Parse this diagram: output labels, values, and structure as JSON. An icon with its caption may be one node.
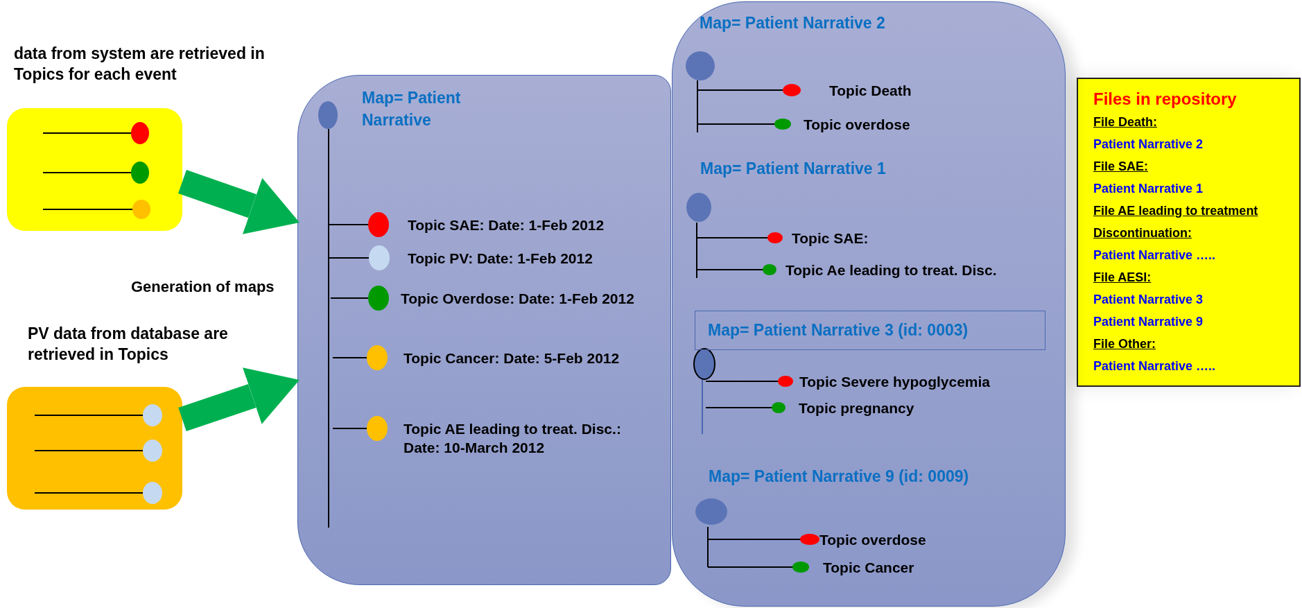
{
  "diagram": {
    "nodes": [
      {
        "text": [
          "data from system are retrieved in Topics for each event"
        ]
      },
      {
        "text": [
          "PV data from database are retrieved in Topics"
        ]
      },
      {
        "text": [
          "Map= Patient Narrative"
        ]
      },
      {
        "text": [
          "Topic SAE: Date: 1-Feb 2012"
        ],
        "in": 2
      },
      {
        "text": [
          "Topic PV: Date: 1-Feb 2012"
        ],
        "in": 2
      },
      {
        "text": [
          "Topic Overdose: Date: 1-Feb 2012"
        ],
        "in": 2
      },
      {
        "text": [
          "Topic Cancer: Date: 5-Feb 2012"
        ],
        "in": 2
      },
      {
        "text": [
          "Topic AE leading to treat. Disc.: Date: 10-March 2012"
        ],
        "in": 2
      },
      {
        "text": [
          "Map= Patient Narrative 2"
        ]
      },
      {
        "text": [
          "Topic Death"
        ],
        "in": 8
      },
      {
        "text": [
          "Topic overdose"
        ],
        "in": 8
      },
      {
        "text": [
          "Topic SAE:"
        ],
        "in": 8
      },
      {
        "text": [
          "Topic Ae leading to treat. Disc."
        ],
        "in": 8
      },
      {
        "text": [
          "Map= Patient Narrative 3 (id: 0003)"
        ],
        "in": 8
      },
      {
        "text": [
          "Topic Severe hypoglycemia"
        ],
        "in": 8
      },
      {
        "text": [
          "Topic pregnancy"
        ],
        "in": 8
      },
      {
        "text": [
          "Topic overdose"
        ],
        "in": 8
      },
      {
        "text": [
          "Topic Cancer"
        ],
        "in": 8
      },
      {
        "text": [
          "Files in repository",
          "File Death:",
          "Patient Narrative 2",
          "File SAE:",
          "Patient Narrative 1",
          "File AE leading to treatment Discontinuation:",
          "Patient Narrative …..",
          "File AESI:",
          "Patient Narrative 3",
          "Patient Narrative 9",
          "File Other:",
          "Patient Narrative ….."
        ]
      }
    ],
    "edges": [
      {
        "from": 0,
        "to": 2,
        "arrow": "to"
      },
      {
        "from": 1,
        "to": 2,
        "arrow": "to"
      }
    ],
    "labels": [
      "Map= Patient Narrative 1",
      "Generation of maps",
      "Map= Patient Narrative 9 (id: 0009)"
    ]
  }
}
